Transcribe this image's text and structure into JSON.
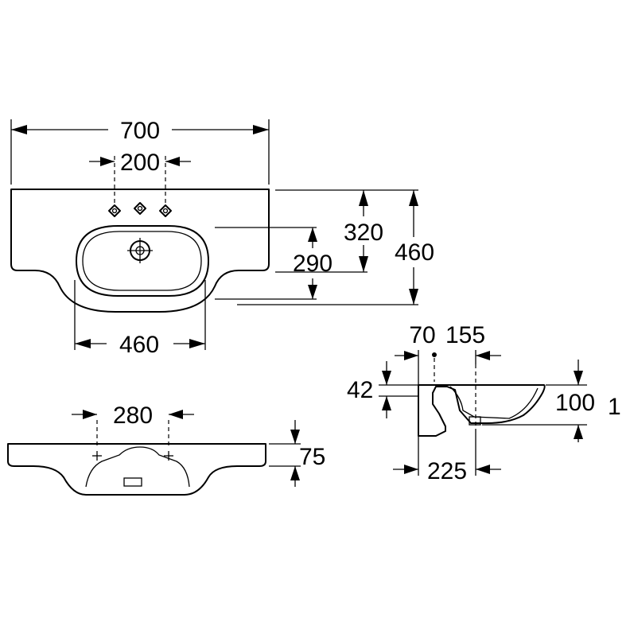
{
  "top_view": {
    "overall_width": "700",
    "tap_hole_spacing": "200",
    "depth_to_bowl": "320",
    "overall_depth": "460",
    "bowl_depth": "290",
    "bowl_width": "460"
  },
  "front_view": {
    "bracket_spacing": "280",
    "rim_height": "75"
  },
  "side_view": {
    "offset_70": "70",
    "offset_155": "155",
    "height_42": "42",
    "height_100": "100",
    "cut_off_label": "1",
    "depth_225": "225"
  }
}
